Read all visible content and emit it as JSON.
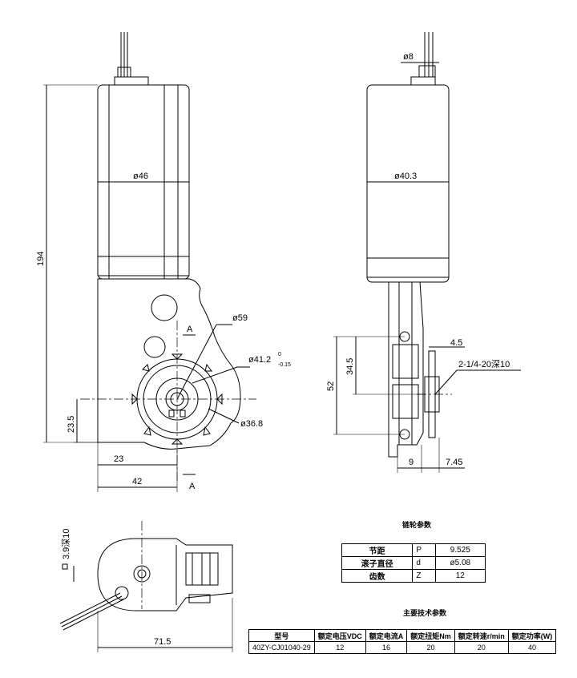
{
  "dimensions": {
    "height_total": "194",
    "dia_46": "ø46",
    "dia_40_3": "ø40.3",
    "dia_8": "ø8",
    "dia_59": "ø59",
    "dia_41_2": "ø41.2",
    "dia_41_2_tol_upper": "0",
    "dia_41_2_tol_lower": "-0.15",
    "dia_36_8": "ø36.8",
    "dim_23_5": "23.5",
    "dim_23": "23",
    "dim_42": "42",
    "section_a": "A",
    "dim_52": "52",
    "dim_34_5": "34.5",
    "dim_4_5": "4.5",
    "thread": "2-1/4-20深10",
    "dim_9": "9",
    "dim_7_45": "7.45",
    "dim_3_9": "3.9深10",
    "dim_71_5": "71.5"
  },
  "sprocket_table": {
    "title": "链轮参数",
    "rows": [
      {
        "name": "节距",
        "symbol": "P",
        "value": "9.525"
      },
      {
        "name": "滚子直径",
        "symbol": "d",
        "value": "ø5.08"
      },
      {
        "name": "齿数",
        "symbol": "Z",
        "value": "12"
      }
    ]
  },
  "spec_table": {
    "title": "主要技术参数",
    "headers": [
      "型号",
      "额定电压VDC",
      "额定电流A",
      "额定扭矩Nm",
      "额定转速r/min",
      "额定功率(W)"
    ],
    "row": [
      "40ZY-CJ01040-29",
      "12",
      "16",
      "20",
      "20",
      "40"
    ]
  }
}
